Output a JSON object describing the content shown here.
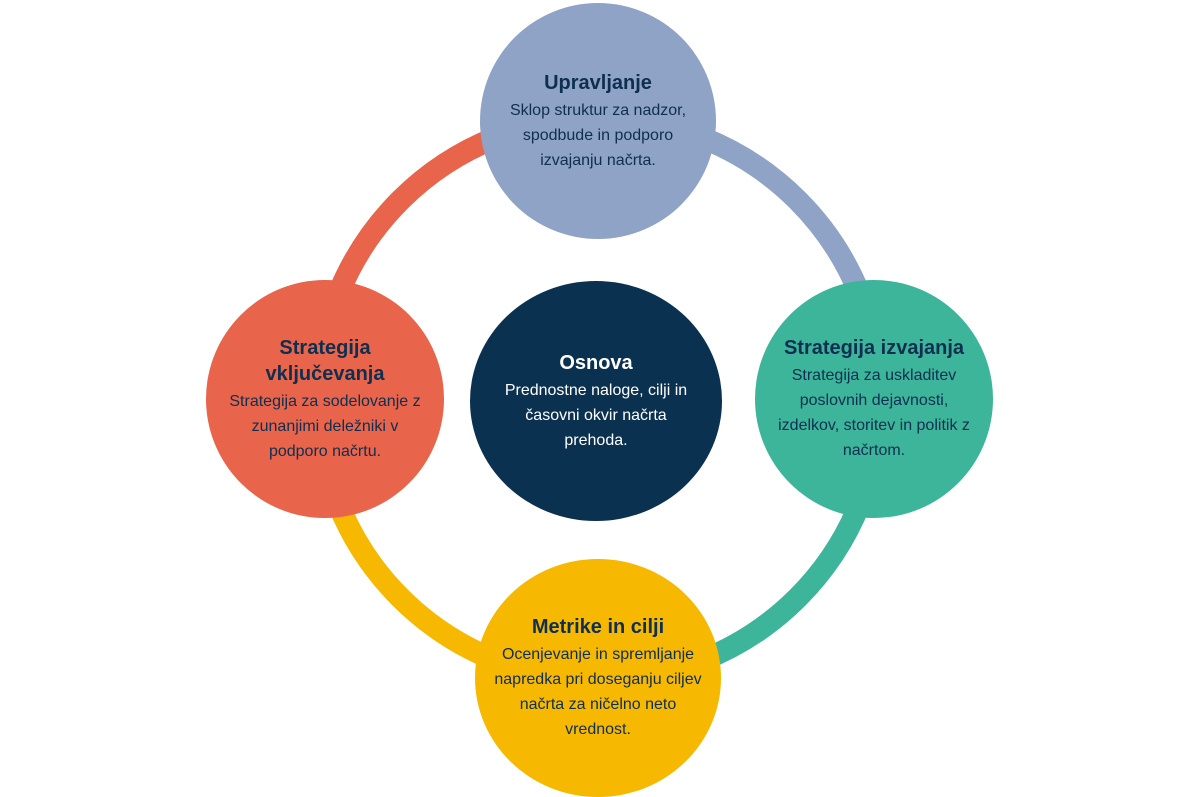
{
  "colors": {
    "governance": "#8fa3c6",
    "implementation": "#3db59a",
    "metrics": "#f6b800",
    "engagement": "#e8644a",
    "foundation": "#0b3150"
  },
  "nodes": {
    "top": {
      "title": "Upravljanje",
      "desc": "Sklop struktur za nadzor, spodbude in podporo izvajanju načrta."
    },
    "right": {
      "title": "Strategija izvajanja",
      "desc": "Strategija za uskladitev poslovnih dejavnosti, izdelkov, storitev in politik z načrtom."
    },
    "bottom": {
      "title": "Metrike in cilji",
      "desc": "Ocenjevanje in spremljanje napredka pri doseganju ciljev načrta za ničelno neto vrednost."
    },
    "left": {
      "title": "Strategija vključevanja",
      "desc": "Strategija za sodelovanje z zunanjimi deležniki v podporo načrtu."
    },
    "center": {
      "title": "Osnova",
      "desc": "Prednostne naloge, cilji in časovni okvir načrta prehoda."
    }
  }
}
